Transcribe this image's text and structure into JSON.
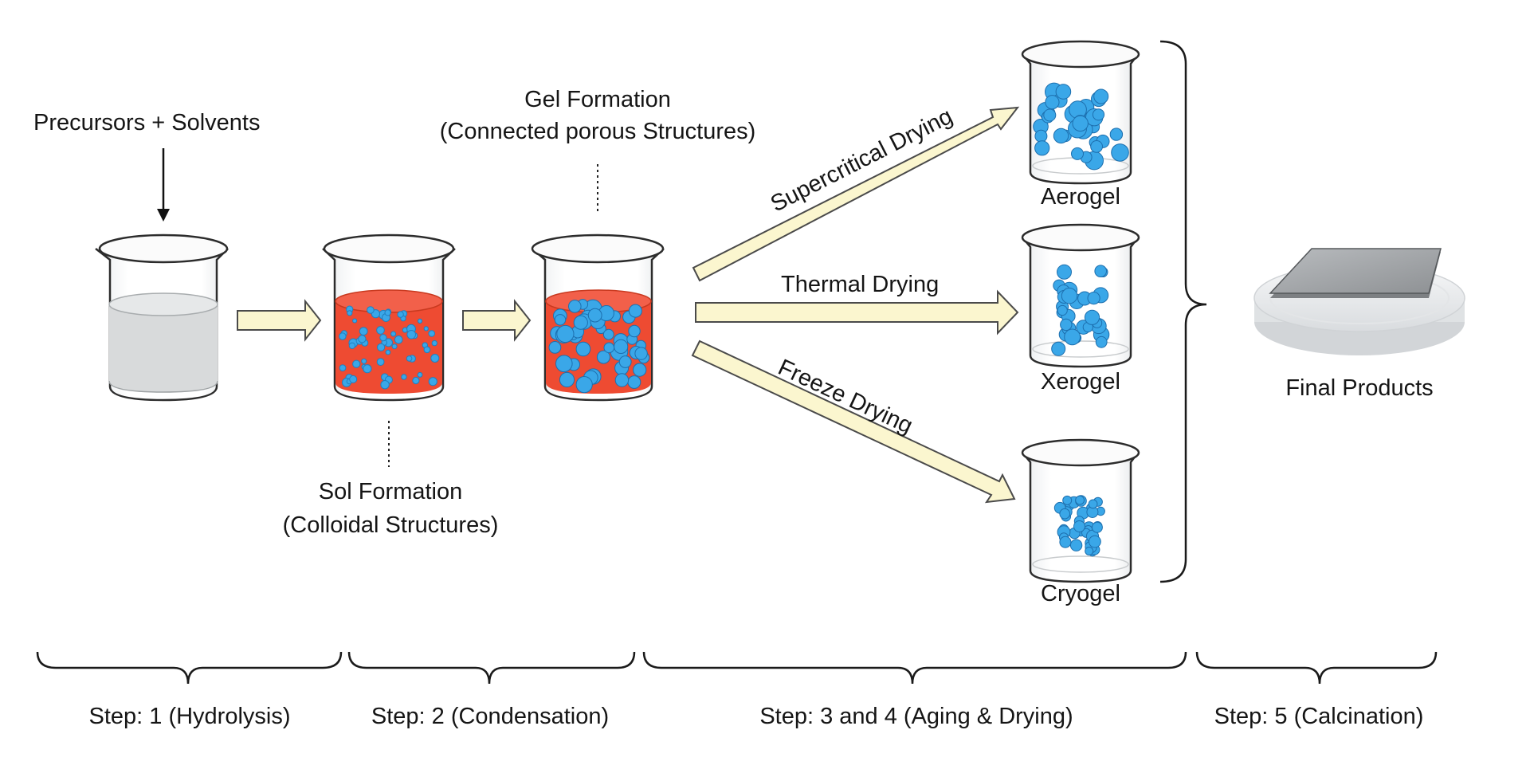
{
  "inputs": {
    "label": "Precursors + Solvents"
  },
  "sol": {
    "title": "Sol Formation",
    "subtitle": "(Colloidal Structures)"
  },
  "gel": {
    "title": "Gel Formation",
    "subtitle": "(Connected porous Structures)"
  },
  "drying_methods": {
    "supercritical": "Supercritical Drying",
    "thermal": "Thermal Drying",
    "freeze": "Freeze Drying"
  },
  "products": {
    "aerogel": "Aerogel",
    "xerogel": "Xerogel",
    "cryogel": "Cryogel",
    "final": "Final Products"
  },
  "steps": [
    {
      "label": "Step: 1 (Hydrolysis)"
    },
    {
      "label": "Step: 2 (Condensation)"
    },
    {
      "label": "Step: 3 and 4 (Aging & Drying)"
    },
    {
      "label": "Step: 5 (Calcination)"
    }
  ],
  "colors": {
    "arrow_fill": "#fbf6cf",
    "arrow_stroke": "#4a4a4a",
    "sol_liquid": "#ee4b32",
    "particle": "#3aa7e8",
    "solvent": "#d8dadb",
    "glass_stroke": "#2c2c2c",
    "text": "#151515"
  }
}
